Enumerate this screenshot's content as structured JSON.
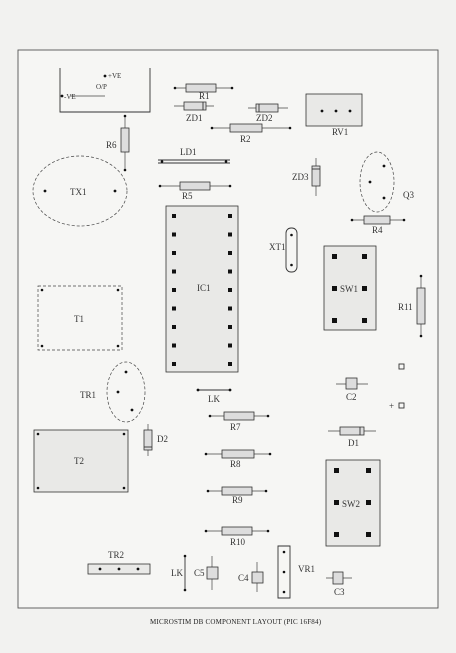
{
  "caption": "MICROSTIM DB COMPONENT LAYOUT (PIC 16F84)",
  "labels": {
    "pos_ve": "+VE",
    "op": "O/P",
    "neg_ve": "-VE",
    "r1": "R1",
    "zd1": "ZD1",
    "zd2": "ZD2",
    "r2": "R2",
    "rv1": "RV1",
    "r6": "R6",
    "ld1": "LD1",
    "zd3": "ZD3",
    "tx1": "TX1",
    "r5": "R5",
    "q3": "Q3",
    "r4": "R4",
    "xt1": "XT1",
    "ic1": "IC1",
    "sw1": "SW1",
    "r11": "R11",
    "t1": "T1",
    "tr1": "TR1",
    "lk_mid": "LK",
    "c2": "C2",
    "r7": "R7",
    "d2": "D2",
    "plus": "+",
    "d1": "D1",
    "t2": "T2",
    "r8": "R8",
    "r9": "R9",
    "sw2": "SW2",
    "r10": "R10",
    "tr2": "TR2",
    "lk_bottom": "LK",
    "c5": "C5",
    "c4": "C4",
    "vr1": "VR1",
    "c3": "C3"
  }
}
